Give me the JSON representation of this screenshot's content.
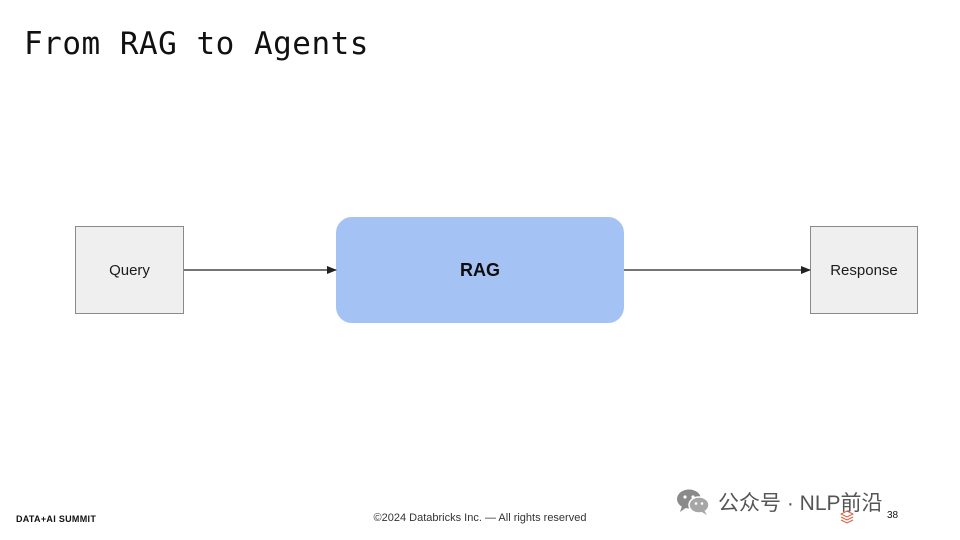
{
  "slide": {
    "title": "From RAG to Agents"
  },
  "diagram": {
    "nodes": {
      "query": "Query",
      "rag": "RAG",
      "response": "Response"
    },
    "edges": [
      {
        "from": "query",
        "to": "rag"
      },
      {
        "from": "rag",
        "to": "response"
      }
    ],
    "colors": {
      "rag_fill": "#a4c2f4",
      "box_fill": "#efefef",
      "box_border": "#8a8a8a",
      "arrow": "#222222"
    }
  },
  "footer": {
    "brand": "DATA+AI SUMMIT",
    "copyright": "©2024 Databricks Inc. — All rights reserved",
    "page_number": "38"
  },
  "watermark": {
    "text": "公众号 · NLP前沿",
    "icon": "wechat-icon"
  }
}
